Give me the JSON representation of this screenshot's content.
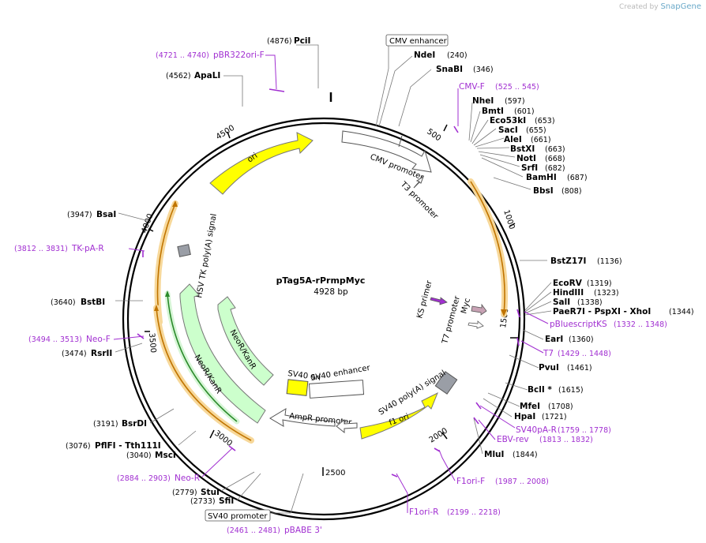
{
  "credit": {
    "prefix": "Created by",
    "brand": "SnapGene"
  },
  "plasmid": {
    "name": "pTag5A-rPrmpMyc",
    "size": "4928 bp"
  },
  "ticks": [
    "500",
    "1000",
    "1500",
    "2000",
    "2500",
    "3000",
    "3500",
    "4000",
    "4500"
  ],
  "sites": [
    {
      "name": "PciI",
      "pos": "(4876)"
    },
    {
      "name": "NdeI",
      "pos": "(240)"
    },
    {
      "name": "SnaBI",
      "pos": "(346)"
    },
    {
      "name": "ApaLI",
      "pos": "(4562)"
    },
    {
      "name": "NheI",
      "pos": "(597)"
    },
    {
      "name": "BmtI",
      "pos": "(601)"
    },
    {
      "name": "Eco53kI",
      "pos": "(653)"
    },
    {
      "name": "SacI",
      "pos": "(655)"
    },
    {
      "name": "AleI",
      "pos": "(661)"
    },
    {
      "name": "BstXI",
      "pos": "(663)"
    },
    {
      "name": "NotI",
      "pos": "(668)"
    },
    {
      "name": "SrfI",
      "pos": "(682)"
    },
    {
      "name": "BamHI",
      "pos": "(687)"
    },
    {
      "name": "BbsI",
      "pos": "(808)"
    },
    {
      "name": "BsaI",
      "pos": "(3947)"
    },
    {
      "name": "BstZ17I",
      "pos": "(1136)"
    },
    {
      "name": "EcoRV",
      "pos": "(1319)"
    },
    {
      "name": "HindIII",
      "pos": "(1323)"
    },
    {
      "name": "SalI",
      "pos": "(1338)"
    },
    {
      "name": "PaeR7I - PspXI - XhoI",
      "pos": "(1344)"
    },
    {
      "name": "BstBI",
      "pos": "(3640)"
    },
    {
      "name": "EarI",
      "pos": "(1360)"
    },
    {
      "name": "RsrII",
      "pos": "(3474)"
    },
    {
      "name": "PvuI",
      "pos": "(1461)"
    },
    {
      "name": "BclI *",
      "pos": "(1615)"
    },
    {
      "name": "MfeI",
      "pos": "(1708)"
    },
    {
      "name": "HpaI",
      "pos": "(1721)"
    },
    {
      "name": "BsrDI",
      "pos": "(3191)"
    },
    {
      "name": "PflFI - Tth111I",
      "pos": "(3076)"
    },
    {
      "name": "MscI",
      "pos": "(3040)"
    },
    {
      "name": "MluI",
      "pos": "(1844)"
    },
    {
      "name": "StuI",
      "pos": "(2779)"
    },
    {
      "name": "SfiI",
      "pos": "(2733)"
    }
  ],
  "primers": [
    {
      "name": "pBR322ori-F",
      "pos": "(4721 .. 4740)"
    },
    {
      "name": "CMV-F",
      "pos": "(525 .. 545)"
    },
    {
      "name": "TK-pA-R",
      "pos": "(3812 .. 3831)"
    },
    {
      "name": "pBluescriptKS",
      "pos": "(1332 .. 1348)"
    },
    {
      "name": "Neo-F",
      "pos": "(3494 .. 3513)"
    },
    {
      "name": "T7",
      "pos": "(1429 .. 1448)"
    },
    {
      "name": "SV40pA-R",
      "pos": "(1759 .. 1778)"
    },
    {
      "name": "EBV-rev",
      "pos": "(1813 .. 1832)"
    },
    {
      "name": "Neo-R",
      "pos": "(2884 .. 2903)"
    },
    {
      "name": "F1ori-F",
      "pos": "(1987 .. 2008)"
    },
    {
      "name": "F1ori-R",
      "pos": "(2199 .. 2218)"
    },
    {
      "name": "pBABE 3'",
      "pos": "(2461 .. 2481)"
    }
  ],
  "features": {
    "cmv_enhancer": "CMV enhancer",
    "cmv_promoter": "CMV promoter",
    "t3_promoter": "T3 promoter",
    "ori": "ori",
    "hsv_tk": "HSV TK poly(A) signal",
    "ks_primer": "KS primer",
    "myc": "Myc",
    "t7_promoter": "T7 promoter",
    "neo_inner": "NeoR/KanR",
    "neo_outer": "NeoR/KanR",
    "sv40_ori": "SV40 ori",
    "sv40_enhancer": "SV40 enhancer",
    "sv40_polya": "SV40 poly(A) signal",
    "f1_ori": "f1 ori",
    "ampr_promoter": "AmpR promoter",
    "sv40_promoter": "SV40 promoter"
  },
  "colors": {
    "ori": "#ffff00",
    "neo": "#ccffcc",
    "orf": "#e8a640",
    "primer": "#a12fd1",
    "grey": "#9a9ea6"
  }
}
